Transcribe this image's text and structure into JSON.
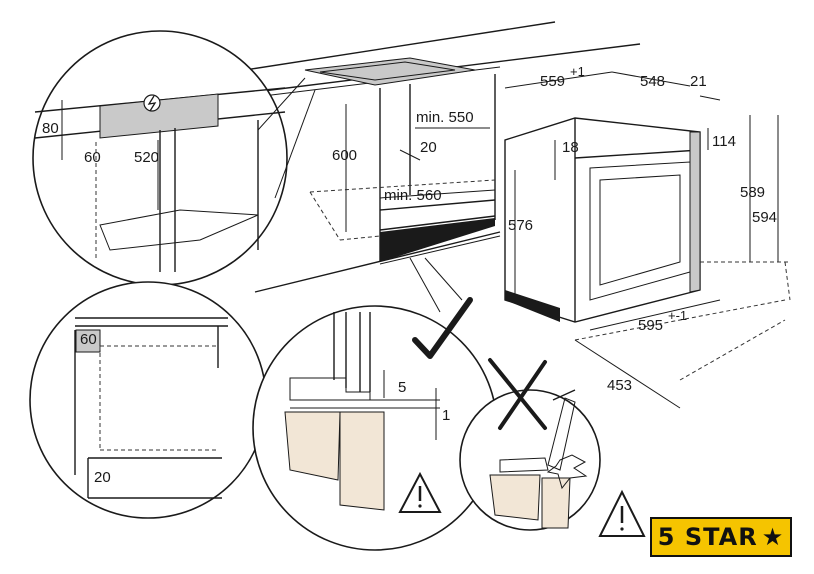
{
  "dimensions": {
    "outlet_height": "80",
    "outlet_depth": "60",
    "niche_height_left": "520",
    "niche_height": "600",
    "niche_min_depth": "min. 550",
    "niche_gap_front": "20",
    "niche_min_width": "min. 560",
    "side_gap": "18",
    "front_height": "576",
    "oven_width_top": "559",
    "oven_width_top_tol": "+1",
    "oven_depth_top": "548",
    "door_depth": "21",
    "panel_offset": "114",
    "oven_height_inner": "589",
    "oven_height_outer": "594",
    "oven_width_bottom": "595",
    "oven_width_bottom_tol": "+-1",
    "oven_depth_bottom": "453",
    "gap_5": "5",
    "gap_1": "1",
    "back_gap": "60",
    "floor_gap": "20"
  },
  "icons": {
    "electric": "lightning-icon",
    "ok": "checkmark-icon",
    "wrong": "cross-icon",
    "warning": "warning-triangle-icon"
  },
  "badge": {
    "label": "5 STAR",
    "star": "★",
    "color": "#f5c400"
  }
}
